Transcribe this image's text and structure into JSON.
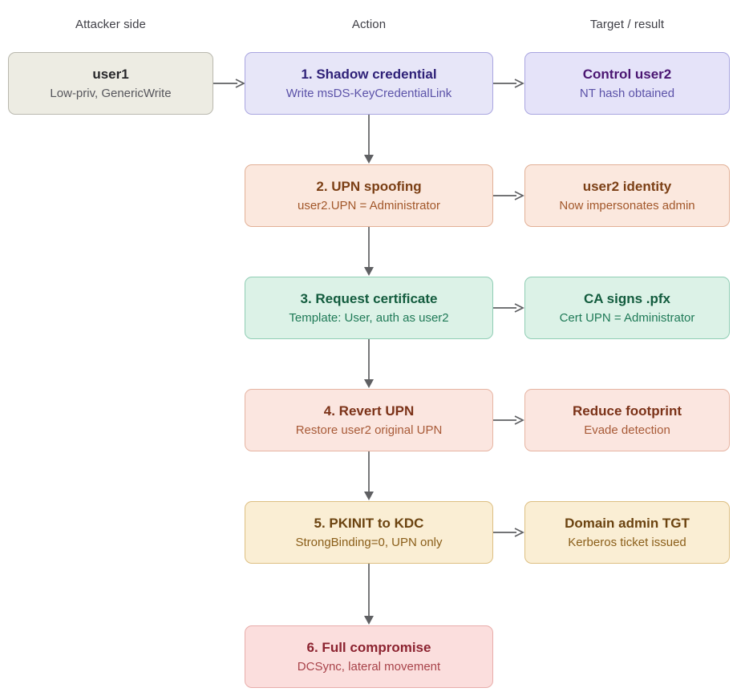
{
  "columns": [
    {
      "id": "attacker",
      "label": "Attacker side"
    },
    {
      "id": "action",
      "label": "Action"
    },
    {
      "id": "target",
      "label": "Target / result"
    }
  ],
  "nodes": [
    {
      "id": "user1",
      "column": "attacker",
      "row": 0,
      "title": "user1",
      "subtitle": "Low-priv, GenericWrite",
      "fill": "#edece3",
      "stroke": "#b9b8ae",
      "title_color": "#27272a",
      "subtitle_color": "#56565c"
    },
    {
      "id": "step1",
      "column": "action",
      "row": 0,
      "title": "1. Shadow credential",
      "subtitle": "Write msDS-KeyCredentialLink",
      "fill": "#e7e6f8",
      "stroke": "#a9a5e0",
      "title_color": "#2f2178",
      "subtitle_color": "#5b52a8"
    },
    {
      "id": "result1",
      "column": "target",
      "row": 0,
      "title": "Control user2",
      "subtitle": "NT hash obtained",
      "fill": "#e5e3f9",
      "stroke": "#a9a5e0",
      "title_color": "#4a1571",
      "subtitle_color": "#5b52a8"
    },
    {
      "id": "step2",
      "column": "action",
      "row": 1,
      "title": "2. UPN spoofing",
      "subtitle": "user2.UPN = Administrator",
      "fill": "#fbe8de",
      "stroke": "#e2b096",
      "title_color": "#7b3f15",
      "subtitle_color": "#a2572a"
    },
    {
      "id": "result2",
      "column": "target",
      "row": 1,
      "title": "user2 identity",
      "subtitle": "Now impersonates admin",
      "fill": "#fbe8de",
      "stroke": "#e2b096",
      "title_color": "#7b3f15",
      "subtitle_color": "#a2572a"
    },
    {
      "id": "step3",
      "column": "action",
      "row": 2,
      "title": "3. Request certificate",
      "subtitle": "Template: User, auth as user2",
      "fill": "#dcf2e7",
      "stroke": "#8fcdb4",
      "title_color": "#135c3e",
      "subtitle_color": "#1f7a57"
    },
    {
      "id": "result3",
      "column": "target",
      "row": 2,
      "title": "CA signs .pfx",
      "subtitle": "Cert UPN = Administrator",
      "fill": "#dcf2e7",
      "stroke": "#8fcdb4",
      "title_color": "#135c3e",
      "subtitle_color": "#1f7a57"
    },
    {
      "id": "step4",
      "column": "action",
      "row": 3,
      "title": "4. Revert UPN",
      "subtitle": "Restore user2 original UPN",
      "fill": "#fbe6e0",
      "stroke": "#e6b4a2",
      "title_color": "#7b3218",
      "subtitle_color": "#a85a37"
    },
    {
      "id": "result4",
      "column": "target",
      "row": 3,
      "title": "Reduce footprint",
      "subtitle": "Evade detection",
      "fill": "#fbe6e0",
      "stroke": "#e6b4a2",
      "title_color": "#7b3218",
      "subtitle_color": "#a85a37"
    },
    {
      "id": "step5",
      "column": "action",
      "row": 4,
      "title": "5. PKINIT to KDC",
      "subtitle": "StrongBinding=0, UPN only",
      "fill": "#faeed4",
      "stroke": "#ddbf82",
      "title_color": "#6b4310",
      "subtitle_color": "#8a5e19"
    },
    {
      "id": "result5",
      "column": "target",
      "row": 4,
      "title": "Domain admin TGT",
      "subtitle": "Kerberos ticket issued",
      "fill": "#faeed4",
      "stroke": "#ddbf82",
      "title_color": "#6b4310",
      "subtitle_color": "#8a5e19"
    },
    {
      "id": "step6",
      "column": "action",
      "row": 5,
      "title": "6. Full compromise",
      "subtitle": "DCSync, lateral movement",
      "fill": "#fbdedd",
      "stroke": "#e8adaa",
      "title_color": "#8c2330",
      "subtitle_color": "#a8434a"
    }
  ],
  "edges": [
    {
      "id": "user1-to-step1",
      "from": "user1",
      "to": "step1",
      "direction": "right"
    },
    {
      "id": "step1-to-result1",
      "from": "step1",
      "to": "result1",
      "direction": "right"
    },
    {
      "id": "step2-to-result2",
      "from": "step2",
      "to": "result2",
      "direction": "right"
    },
    {
      "id": "step3-to-result3",
      "from": "step3",
      "to": "result3",
      "direction": "right"
    },
    {
      "id": "step4-to-result4",
      "from": "step4",
      "to": "result4",
      "direction": "right"
    },
    {
      "id": "step5-to-result5",
      "from": "step5",
      "to": "result5",
      "direction": "right"
    },
    {
      "id": "step1-to-step2",
      "from": "step1",
      "to": "step2",
      "direction": "down"
    },
    {
      "id": "step2-to-step3",
      "from": "step2",
      "to": "step3",
      "direction": "down"
    },
    {
      "id": "step3-to-step4",
      "from": "step3",
      "to": "step4",
      "direction": "down"
    },
    {
      "id": "step4-to-step5",
      "from": "step4",
      "to": "step5",
      "direction": "down"
    },
    {
      "id": "step5-to-step6",
      "from": "step5",
      "to": "step6",
      "direction": "down"
    }
  ],
  "edge_color": "#5f6063",
  "background": "#ffffff"
}
